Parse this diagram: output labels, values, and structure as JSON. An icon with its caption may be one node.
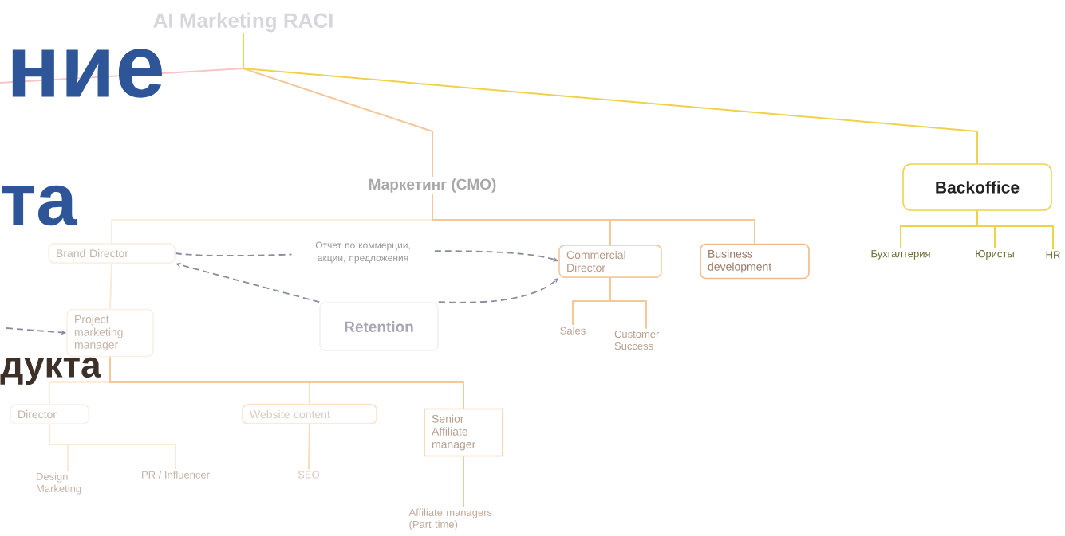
{
  "diagram": {
    "nodes": [
      {
        "text": [
          "AI Marketing RACI"
        ]
      },
      {
        "text": [
          "Маркетинг (CMO)"
        ]
      },
      {
        "text": [
          "Backoffice"
        ]
      },
      {
        "text": [
          "Brand Director"
        ]
      },
      {
        "text": [
          "Commercial Director"
        ]
      },
      {
        "text": [
          "Business development"
        ]
      },
      {
        "text": [
          "Бухгалтерия"
        ]
      },
      {
        "text": [
          "Юристы"
        ]
      },
      {
        "text": [
          "HR"
        ]
      },
      {
        "text": [
          "Project marketing manager"
        ]
      },
      {
        "text": [
          "Retention"
        ]
      },
      {
        "text": [
          "Sales"
        ]
      },
      {
        "text": [
          "Customer Success"
        ]
      },
      {
        "text": [
          "Director"
        ]
      },
      {
        "text": [
          "Website content"
        ]
      },
      {
        "text": [
          "Senior Affiliate manager"
        ]
      },
      {
        "text": [
          "Design Marketing"
        ]
      },
      {
        "text": [
          "PR / Influencer"
        ]
      },
      {
        "text": [
          "SEO"
        ]
      },
      {
        "text": [
          "Affiliate managers (Part time)"
        ]
      }
    ],
    "edges": [
      {
        "from": 0,
        "to": null,
        "arrow": "none",
        "color": "#f8c4c4"
      },
      {
        "from": 0,
        "to": 1,
        "arrow": "none"
      },
      {
        "from": 0,
        "to": 2,
        "arrow": "none",
        "color": "#f0d24a"
      },
      {
        "from": 1,
        "to": 3,
        "arrow": "none"
      },
      {
        "from": 1,
        "to": 4,
        "arrow": "none"
      },
      {
        "from": 1,
        "to": 5,
        "arrow": "none"
      },
      {
        "from": 2,
        "to": 6,
        "arrow": "none",
        "color": "#f0d24a"
      },
      {
        "from": 2,
        "to": 7,
        "arrow": "none",
        "color": "#f0d24a"
      },
      {
        "from": 2,
        "to": 8,
        "arrow": "none",
        "color": "#f0d24a"
      },
      {
        "from": 3,
        "to": 4,
        "arrow": "to",
        "label": "Отчет по коммерции, акции, предложения",
        "style": "dashed",
        "color": "#8a8ca0"
      },
      {
        "from": 10,
        "to": 3,
        "arrow": "to",
        "style": "dashed",
        "color": "#8a8ca0"
      },
      {
        "from": 10,
        "to": 4,
        "arrow": "to",
        "style": "dashed",
        "color": "#8a8ca0"
      },
      {
        "from": 3,
        "to": 9,
        "arrow": "none"
      },
      {
        "from": null,
        "to": 9,
        "arrow": "to",
        "style": "dashed",
        "color": "#8a8ca0"
      },
      {
        "from": 4,
        "to": 11,
        "arrow": "none"
      },
      {
        "from": 4,
        "to": 12,
        "arrow": "none"
      },
      {
        "from": 9,
        "to": 13,
        "arrow": "none"
      },
      {
        "from": 9,
        "to": 14,
        "arrow": "none"
      },
      {
        "from": 9,
        "to": 15,
        "arrow": "none"
      },
      {
        "from": 13,
        "to": 16,
        "arrow": "none"
      },
      {
        "from": 13,
        "to": 17,
        "arrow": "none"
      },
      {
        "from": 14,
        "to": 18,
        "arrow": "none"
      },
      {
        "from": 15,
        "to": 19,
        "arrow": "none"
      }
    ],
    "labels": [
      "ние",
      "та",
      "дукта"
    ]
  }
}
